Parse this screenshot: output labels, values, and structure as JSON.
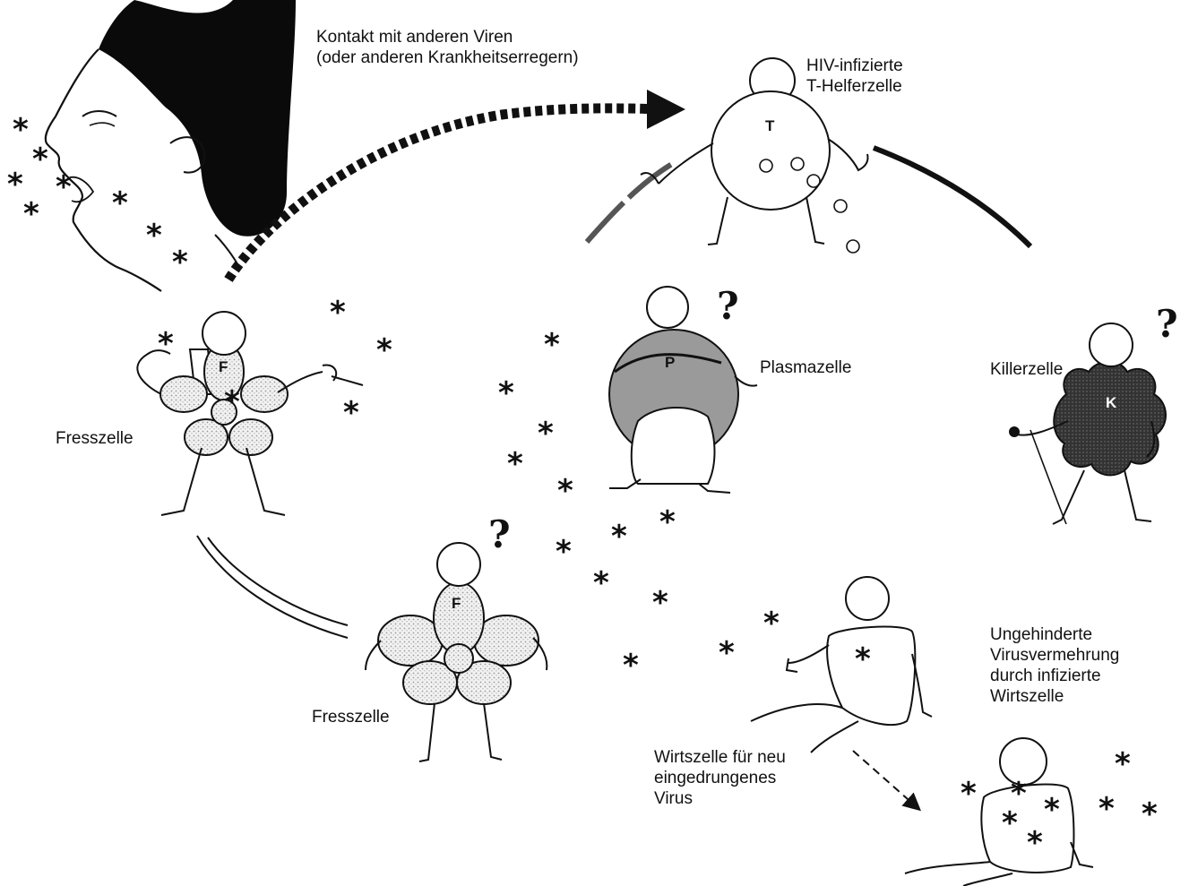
{
  "labels": {
    "contact_line1": "Kontakt mit anderen Viren",
    "contact_line2": "(oder anderen Krankheitserregern)",
    "t_cell_line1": "HIV-infizierte",
    "t_cell_line2": "T-Helferzelle",
    "plasma": "Plasmazelle",
    "killer": "Killerzelle",
    "phagocyte_left": "Fresszelle",
    "phagocyte_bottom": "Fresszelle",
    "host_line1": "Wirtszelle für neu",
    "host_line2": "eingedrungenes",
    "host_line3": "Virus",
    "replication_line1": "Ungehinderte",
    "replication_line2": "Virusvermehrung",
    "replication_line3": "durch infizierte",
    "replication_line4": "Wirtszelle"
  },
  "cell_letters": {
    "t_cell": "T",
    "plasma": "P",
    "killer": "K",
    "phagocyte_left": "F",
    "phagocyte_bottom": "F"
  },
  "symbols": {
    "virus": "*",
    "question": "?"
  },
  "icons": [
    "human-head-icon",
    "hiv-virus-icon",
    "virus-asterisk-icon",
    "question-mark-icon",
    "dashed-arrow-icon"
  ],
  "colors": {
    "ink": "#111111",
    "stipple": "#c8c8c8",
    "plasma_fill": "#9a9a9a",
    "killer_fill": "#3a3a3a"
  }
}
